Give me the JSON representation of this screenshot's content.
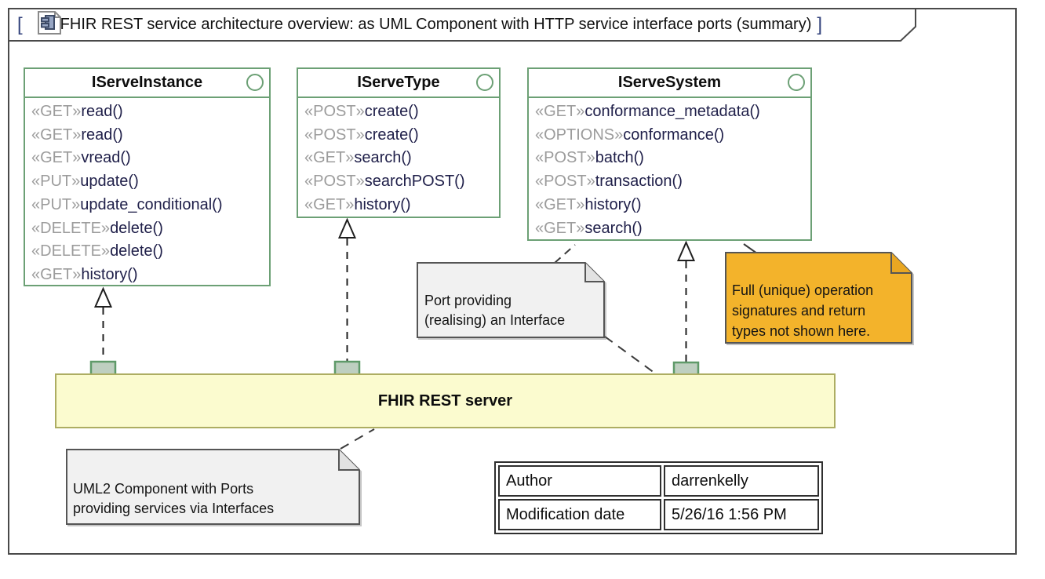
{
  "frame": {
    "bracket_open": "[",
    "bracket_close": "]",
    "title": "FHIR REST service architecture overview: as UML Component with HTTP service interface ports (summary)"
  },
  "interfaces": [
    {
      "name": "IServeInstance",
      "methods": [
        {
          "verb": "«GET»",
          "op": "read()"
        },
        {
          "verb": "«GET»",
          "op": "read()"
        },
        {
          "verb": "«GET»",
          "op": "vread()"
        },
        {
          "verb": "«PUT»",
          "op": "update()"
        },
        {
          "verb": "«PUT»",
          "op": "update_conditional()"
        },
        {
          "verb": "«DELETE»",
          "op": "delete()"
        },
        {
          "verb": "«DELETE»",
          "op": "delete()"
        },
        {
          "verb": "«GET»",
          "op": "history()"
        }
      ]
    },
    {
      "name": "IServeType",
      "methods": [
        {
          "verb": "«POST»",
          "op": "create()"
        },
        {
          "verb": "«POST»",
          "op": "create()"
        },
        {
          "verb": "«GET»",
          "op": "search()"
        },
        {
          "verb": "«POST»",
          "op": "searchPOST()"
        },
        {
          "verb": "«GET»",
          "op": "history()"
        }
      ]
    },
    {
      "name": "IServeSystem",
      "methods": [
        {
          "verb": "«GET»",
          "op": "conformance_metadata()"
        },
        {
          "verb": "«OPTIONS»",
          "op": "conformance()"
        },
        {
          "verb": "«POST»",
          "op": "batch()"
        },
        {
          "verb": "«POST»",
          "op": "transaction()"
        },
        {
          "verb": "«GET»",
          "op": "history()"
        },
        {
          "verb": "«GET»",
          "op": "search()"
        }
      ]
    }
  ],
  "component": {
    "label": "FHIR REST server",
    "fill": "#fbfbcf",
    "border": "#adad62",
    "port_fill": "#becfc0",
    "port_border": "#5f9a69",
    "port_count": 3
  },
  "notes": [
    {
      "id": "port-note",
      "fill": "#f1f1f1",
      "lines": [
        "Port providing",
        "(realising) an Interface"
      ]
    },
    {
      "id": "signature-note",
      "fill": "#f3b32b",
      "lines": [
        "Full (unique) operation",
        "signatures and return",
        "types not shown here."
      ]
    },
    {
      "id": "component-note",
      "fill": "#f1f1f1",
      "lines": [
        "UML2 Component with Ports",
        "providing services via Interfaces"
      ]
    }
  ],
  "info_table": {
    "rows": [
      {
        "label": "Author",
        "value": "darrenkelly"
      },
      {
        "label": "Modification date",
        "value": "5/26/16 1:56 PM"
      }
    ]
  },
  "colors": {
    "interface_border": "#6ca075",
    "stereotype_text": "#9c9c9c",
    "operation_text": "#20204a",
    "frame_border": "#4a4a4a",
    "bracket": "#33437c"
  }
}
